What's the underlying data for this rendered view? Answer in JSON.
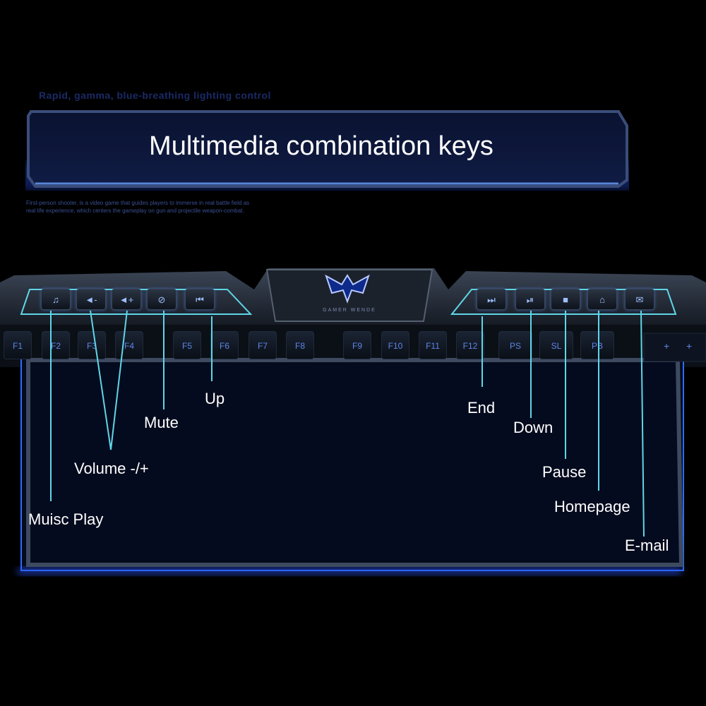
{
  "banner": {
    "heading_faint": "Rapid, gamma, blue-breathing lighting control",
    "title": "Multimedia combination keys",
    "fine_print": "First-person shooter, is a video game that guides players to immerse in real battle field as real life experience, which centers the gameplay on gun and projectile weapon-combat."
  },
  "logo": {
    "text": "GAMER WENDE"
  },
  "function_keys": [
    "F1",
    "F2",
    "F3",
    "F4",
    "F5",
    "F6",
    "F7",
    "F8",
    "F9",
    "F10",
    "F11",
    "F12",
    "PS",
    "SL",
    "PB"
  ],
  "media_keys_left": [
    {
      "icon": "music-note-icon",
      "glyph": "♫"
    },
    {
      "icon": "volume-down-icon",
      "glyph": "◄-"
    },
    {
      "icon": "volume-up-icon",
      "glyph": "◄+"
    },
    {
      "icon": "mute-icon",
      "glyph": "⊘"
    },
    {
      "icon": "previous-track-icon",
      "glyph": "⏮"
    }
  ],
  "media_keys_right": [
    {
      "icon": "next-track-icon",
      "glyph": "⏭"
    },
    {
      "icon": "play-pause-icon",
      "glyph": "⏯"
    },
    {
      "icon": "stop-icon",
      "glyph": "■"
    },
    {
      "icon": "home-icon",
      "glyph": "⌂"
    },
    {
      "icon": "mail-icon",
      "glyph": "✉"
    }
  ],
  "labels": {
    "music_play": "Muisc Play",
    "volume": "Volume -/+",
    "mute": "Mute",
    "up": "Up",
    "end": "End",
    "down": "Down",
    "pause": "Pause",
    "homepage": "Homepage",
    "email": "E-mail"
  },
  "colors": {
    "glow": "#3c7bff",
    "callout_line": "#5fd6e8",
    "key_text": "#5d86e8"
  }
}
